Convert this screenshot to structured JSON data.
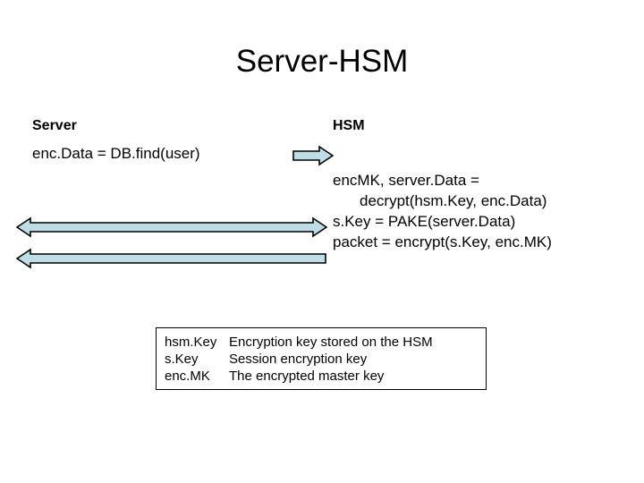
{
  "slide": {
    "title": "Server-HSM",
    "background_color": "#ffffff",
    "text_color": "#000000"
  },
  "columns": {
    "left_header": "Server",
    "right_header": "HSM"
  },
  "server_steps": [
    "enc.Data = DB.find(user)"
  ],
  "hsm_steps": [
    {
      "text": "encMK, server.Data =",
      "indent": false
    },
    {
      "text": "decrypt(hsm.Key, enc.Data)",
      "indent": true
    },
    {
      "text": "s.Key = PAKE(server.Data)",
      "indent": false
    },
    {
      "text": "packet = encrypt(s.Key, enc.MK)",
      "indent": false
    }
  ],
  "arrows": {
    "fill_color": "#bfdde4",
    "stroke_color": "#000000",
    "items": [
      {
        "name": "server-to-hsm-arrow",
        "direction": "right"
      },
      {
        "name": "hsm-to-server-double-arrow",
        "direction": "both"
      },
      {
        "name": "hsm-to-server-arrow",
        "direction": "left"
      }
    ]
  },
  "legend": {
    "rows": [
      {
        "term": "hsm.Key",
        "description": "Encryption key stored on the HSM"
      },
      {
        "term": "s.Key",
        "description": "Session encryption key"
      },
      {
        "term": "enc.MK",
        "description": "The encrypted master key"
      }
    ]
  }
}
